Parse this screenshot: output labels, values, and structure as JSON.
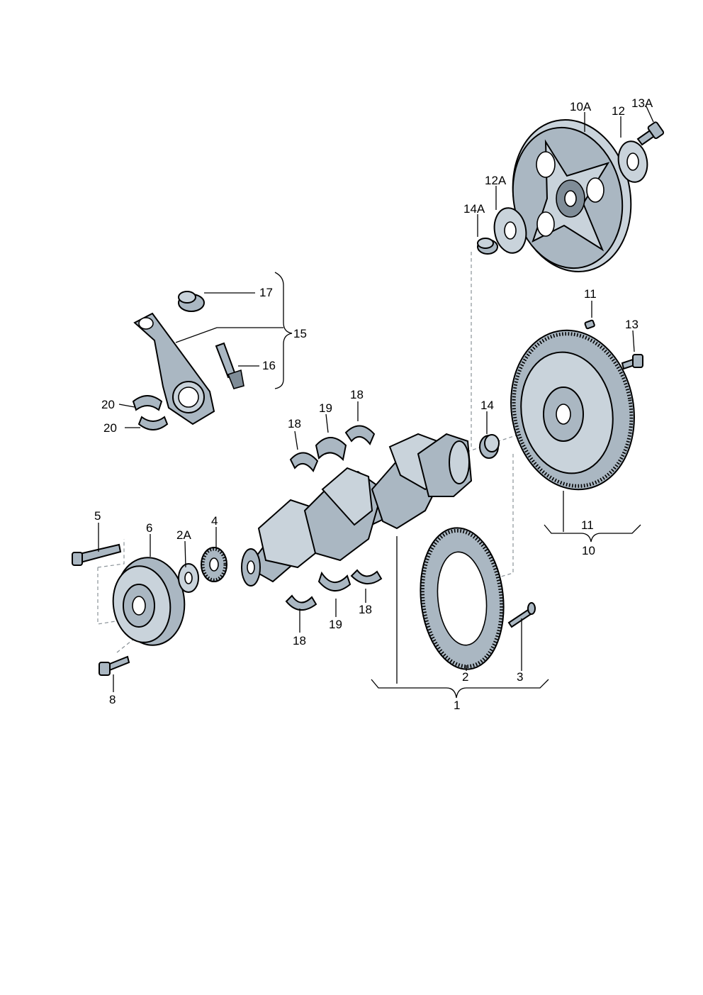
{
  "callouts": {
    "c1": "1",
    "c2": "2",
    "c2A": "2A",
    "c3": "3",
    "c4": "4",
    "c5": "5",
    "c6": "6",
    "c8": "8",
    "c10": "10",
    "c10A": "10A",
    "c11a": "11",
    "c11b": "11",
    "c12": "12",
    "c12A": "12A",
    "c13": "13",
    "c13A": "13A",
    "c14": "14",
    "c14A": "14A",
    "c15": "15",
    "c16": "16",
    "c17": "17",
    "c18a": "18",
    "c18b": "18",
    "c18c": "18",
    "c18d": "18",
    "c19a": "19",
    "c19b": "19",
    "c20a": "20",
    "c20b": "20"
  },
  "colors": {
    "part_fill": "#aab7c2",
    "part_light": "#c9d3db",
    "part_shadow": "#7f8c97",
    "outline": "#000000",
    "background": "#ffffff"
  }
}
